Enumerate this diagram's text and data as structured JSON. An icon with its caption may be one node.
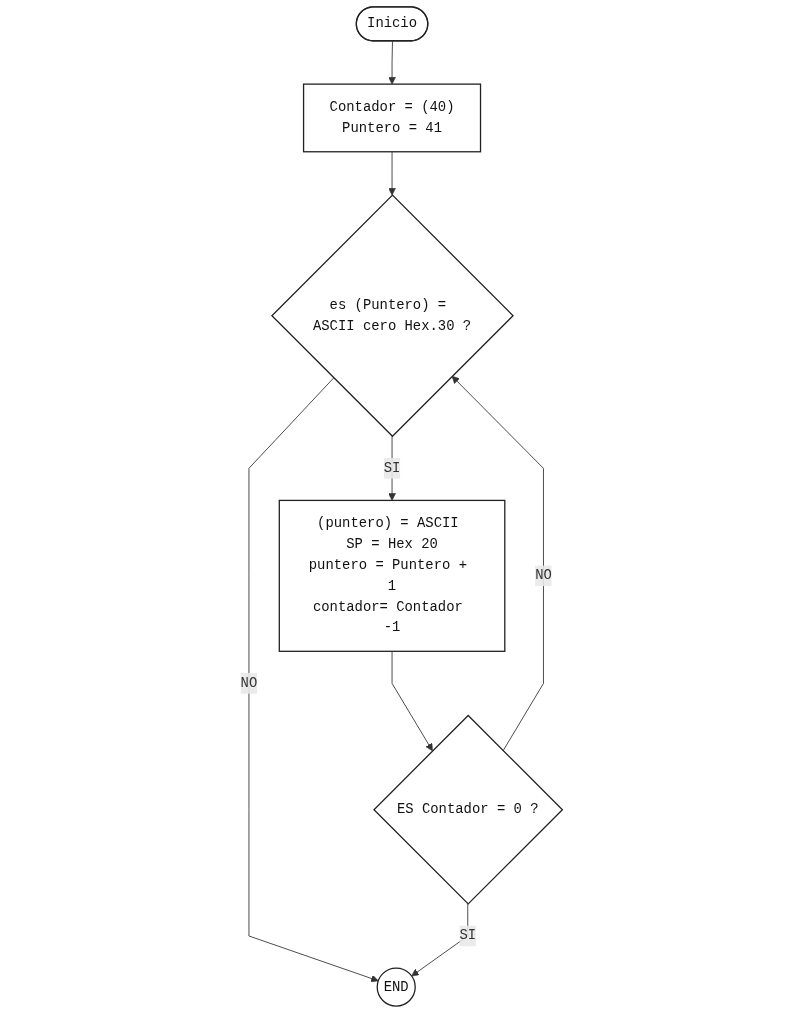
{
  "diagram": {
    "nodes": [
      {
        "text": [
          "Inicio"
        ]
      },
      {
        "text": [
          "Contador = (40)",
          "Puntero = 41"
        ]
      },
      {
        "text": [
          "es (Puntero) = ASCII cero Hex.30 ?"
        ]
      },
      {
        "text": [
          "(puntero) = ASCII SP = Hex 20",
          "puntero = Puntero + 1",
          "contador= Contador -1"
        ]
      },
      {
        "text": [
          "ES Contador = 0 ?"
        ]
      },
      {
        "text": [
          "END"
        ]
      }
    ],
    "edges": [
      {
        "from": 0,
        "to": 1,
        "arrow": "to"
      },
      {
        "from": 1,
        "to": 2,
        "arrow": "to"
      },
      {
        "from": 2,
        "to": 3,
        "label": "SI",
        "arrow": "to"
      },
      {
        "from": 3,
        "to": 4,
        "arrow": "to"
      },
      {
        "from": 4,
        "to": 2,
        "label": "NO",
        "arrow": "to"
      },
      {
        "from": 2,
        "to": 5,
        "label": "NO",
        "arrow": "to"
      },
      {
        "from": 4,
        "to": 5,
        "label": "SI",
        "arrow": "to"
      }
    ]
  }
}
